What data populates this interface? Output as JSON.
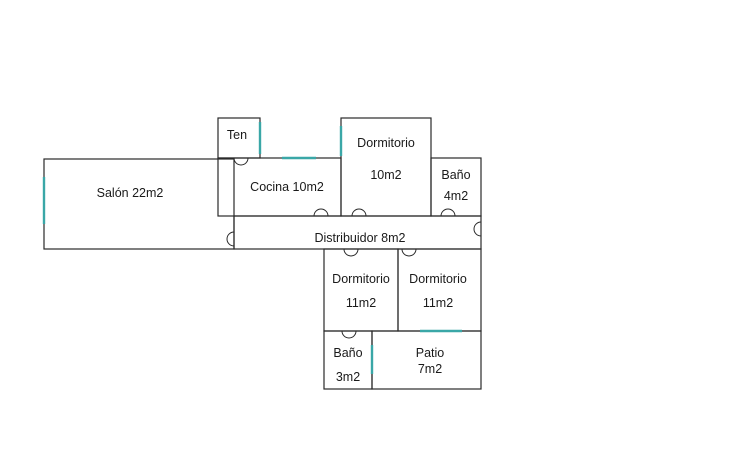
{
  "rooms": {
    "ten": {
      "name": "Ten"
    },
    "salon": {
      "name": "Salón 22m2"
    },
    "cocina": {
      "name": "Cocina 10m2"
    },
    "dormitorio_top": {
      "name": "Dormitorio",
      "area": "10m2"
    },
    "bano_top": {
      "name": "Baño",
      "area": "4m2"
    },
    "distribuidor": {
      "name": "Distribuidor 8m2"
    },
    "dormitorio_mid": {
      "name": "Dormitorio",
      "area": "11m2"
    },
    "dormitorio_right": {
      "name": "Dormitorio",
      "area": "11m2"
    },
    "bano_bottom": {
      "name": "Baño",
      "area": "3m2"
    },
    "patio": {
      "name": "Patio",
      "area": "7m2"
    }
  },
  "colors": {
    "wall": "#2a2a2a",
    "window": "#3aa7a7",
    "background": "#ffffff"
  }
}
